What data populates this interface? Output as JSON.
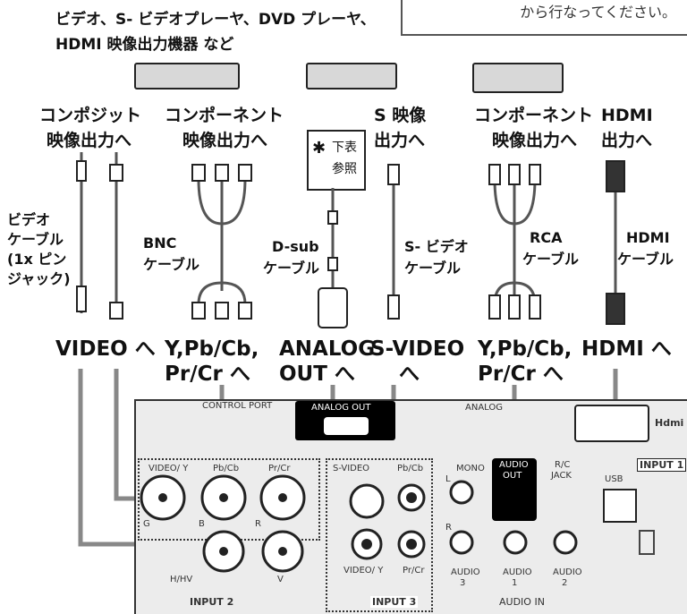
{
  "note": {
    "text": "から行なってください。"
  },
  "source_devices": {
    "line1": "ビデオ、S- ビデオプレーヤ、DVD プレーヤ、",
    "line2": "HDMI 映像出力機器 など"
  },
  "outputs": {
    "composite": [
      "コンポジット",
      "映像出力へ"
    ],
    "component_bnc": [
      "コンポーネント",
      "映像出力へ"
    ],
    "svideo": [
      "S 映像",
      "出力へ"
    ],
    "component_rca": [
      "コンポーネント",
      "映像出力へ"
    ],
    "hdmi": [
      "HDMI",
      "出力へ"
    ]
  },
  "star_note": {
    "mark": "✱",
    "line1": "下表",
    "line2": "参照"
  },
  "cables": {
    "video": [
      "ビデオ",
      "ケーブル",
      "(1x ピン",
      "ジャック)"
    ],
    "bnc": [
      "BNC",
      "ケーブル"
    ],
    "dsub": [
      "D-sub",
      "ケーブル"
    ],
    "svideo": [
      "S- ビデオ",
      "ケーブル"
    ],
    "rca": [
      "RCA",
      "ケーブル"
    ],
    "hdmi": [
      "HDMI",
      "ケーブル"
    ]
  },
  "inputs": {
    "video": "VIDEO へ",
    "ypbcb_bnc": [
      "Y,Pb/Cb,",
      "Pr/Cr へ"
    ],
    "analog": [
      "ANALOG",
      "OUT へ"
    ],
    "svideo": [
      "S-VIDEO",
      "へ"
    ],
    "ypbcb_rca": [
      "Y,Pb/Cb,",
      "Pr/Cr へ"
    ],
    "hdmi": "HDMI へ"
  },
  "panel": {
    "control_port": "CONTROL PORT",
    "analog_out": "ANALOG OUT",
    "analog": "ANALOG",
    "hdmi_logo": "Hdmi",
    "input1": "INPUT 1",
    "input2": "INPUT 2",
    "input3": "INPUT 3",
    "video_y": "VIDEO/ Y",
    "pb_cb": "Pb/Cb",
    "pr_cr": "Pr/Cr",
    "g": "G",
    "b": "B",
    "r": "R",
    "h_hv": "H/HV",
    "v": "V",
    "svideo": "S-VIDEO",
    "pb_cb3": "Pb/Cb",
    "video_y3": "VIDEO/ Y",
    "pr_cr3": "Pr/Cr",
    "mono": "MONO",
    "l": "L",
    "r2": "R",
    "audio_out": [
      "AUDIO",
      "OUT"
    ],
    "rc_jack": [
      "R/C",
      "JACK"
    ],
    "usb": "USB",
    "audio3": [
      "AUDIO",
      "3"
    ],
    "audio1": [
      "AUDIO",
      "1"
    ],
    "audio2": [
      "AUDIO",
      "2"
    ],
    "audio_in": "AUDIO IN"
  }
}
